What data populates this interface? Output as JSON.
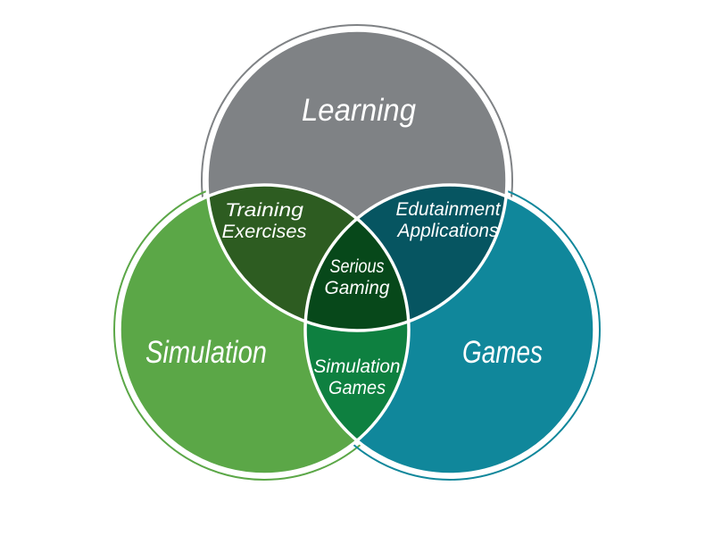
{
  "venn": {
    "background": "#ffffff",
    "outline_color": "#ffffff",
    "label_color": "#ffffff",
    "sets": [
      {
        "id": "learning",
        "label": "Learning",
        "color": "#7f8285"
      },
      {
        "id": "simulation",
        "label": "Simulation",
        "color": "#5ba747"
      },
      {
        "id": "games",
        "label": "Games",
        "color": "#10879b"
      }
    ],
    "overlaps": [
      {
        "id": "learning-simulation",
        "label": "Training Exercises",
        "line1": "Training",
        "line2": "Exercises",
        "color": "#2d5c21"
      },
      {
        "id": "learning-games",
        "label": "Edutainment Applications",
        "line1": "Edutainment",
        "line2": "Applications",
        "color": "#065561"
      },
      {
        "id": "simulation-games",
        "label": "Simulation Games",
        "line1": "Simulation",
        "line2": "Games",
        "color": "#0e8040"
      },
      {
        "id": "learning-simulation-games",
        "label": "Serious Gaming",
        "line1": "Serious",
        "line2": "Gaming",
        "color": "#07481a"
      }
    ]
  }
}
